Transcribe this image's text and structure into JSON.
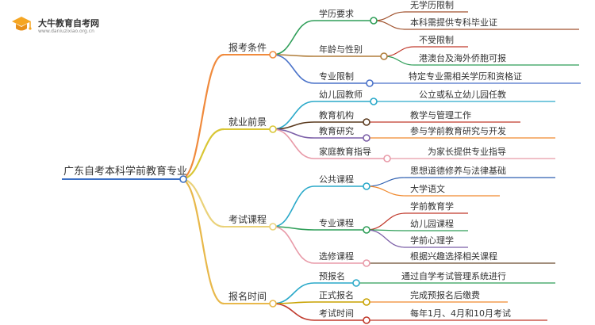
{
  "logo": {
    "name": "大牛教育自考网",
    "url": "www.daniuzixiao.org.cn"
  },
  "root": {
    "label": "广东自考本科学前教育专业",
    "color": "#3b6fc4",
    "branches": [
      {
        "label": "报考条件",
        "color": "#f08a3c",
        "children": [
          {
            "label": "学历要求",
            "color": "#2e9e58",
            "children": [
              {
                "label": "无学历限制",
                "color": "#a0522d"
              },
              {
                "label": "本科需提供专科毕业证",
                "color": "#a0522d"
              }
            ]
          },
          {
            "label": "年龄与性别",
            "color": "#b07d3a",
            "children": [
              {
                "label": "不受限制",
                "color": "#c0392b"
              },
              {
                "label": "港澳台及海外侨胞可报",
                "color": "#2e9e58"
              }
            ]
          },
          {
            "label": "专业限制",
            "color": "#4a72c9",
            "children": [
              {
                "label": "特定专业需相关学历和资格证",
                "color": "#4a72c9"
              }
            ]
          }
        ]
      },
      {
        "label": "就业前景",
        "color": "#d9c634",
        "children": [
          {
            "label": "幼儿园教师",
            "color": "#2aa9c9",
            "children": [
              {
                "label": "公立或私立幼儿园任教",
                "color": "#2aa9c9"
              }
            ]
          },
          {
            "label": "教育机构",
            "color": "#5a3a1e",
            "children": [
              {
                "label": "教学与管理工作",
                "color": "#c0392b"
              }
            ]
          },
          {
            "label": "教育研究",
            "color": "#7b5ea7",
            "children": [
              {
                "label": "参与学前教育研究与开发",
                "color": "#f0892e"
              }
            ]
          },
          {
            "label": "家庭教育指导",
            "color": "#e89aa8",
            "children": [
              {
                "label": "为家长提供专业指导",
                "color": "#e89aa8"
              }
            ]
          }
        ]
      },
      {
        "label": "考试课程",
        "color": "#ead27a",
        "children": [
          {
            "label": "公共课程",
            "color": "#2aa9c9",
            "children": [
              {
                "label": "思想道德修养与法律基础",
                "color": "#2e5fb0"
              },
              {
                "label": "大学语文",
                "color": "#f0892e"
              }
            ]
          },
          {
            "label": "专业课程",
            "color": "#2e9e58",
            "children": [
              {
                "label": "学前教育学",
                "color": "#c0392b"
              },
              {
                "label": "幼儿园课程",
                "color": "#2e9e58"
              },
              {
                "label": "学前心理学",
                "color": "#7b5ea7"
              }
            ]
          },
          {
            "label": "选修课程",
            "color": "#e89aa8",
            "children": [
              {
                "label": "根据兴趣选择相关课程",
                "color": "#6b4a2e"
              }
            ]
          }
        ]
      },
      {
        "label": "报名时间",
        "color": "#e8b84a",
        "children": [
          {
            "label": "预报名",
            "color": "#2aa9c9",
            "children": [
              {
                "label": "通过自学考试管理系统进行",
                "color": "#2e9e58"
              }
            ]
          },
          {
            "label": "正式报名",
            "color": "#c8a200",
            "children": [
              {
                "label": "完成预报名后缴费",
                "color": "#f0892e"
              }
            ]
          },
          {
            "label": "考试时间",
            "color": "#c0392b",
            "children": [
              {
                "label": "每年1月、4月和10月考试",
                "color": "#c0392b"
              }
            ]
          }
        ]
      }
    ]
  }
}
